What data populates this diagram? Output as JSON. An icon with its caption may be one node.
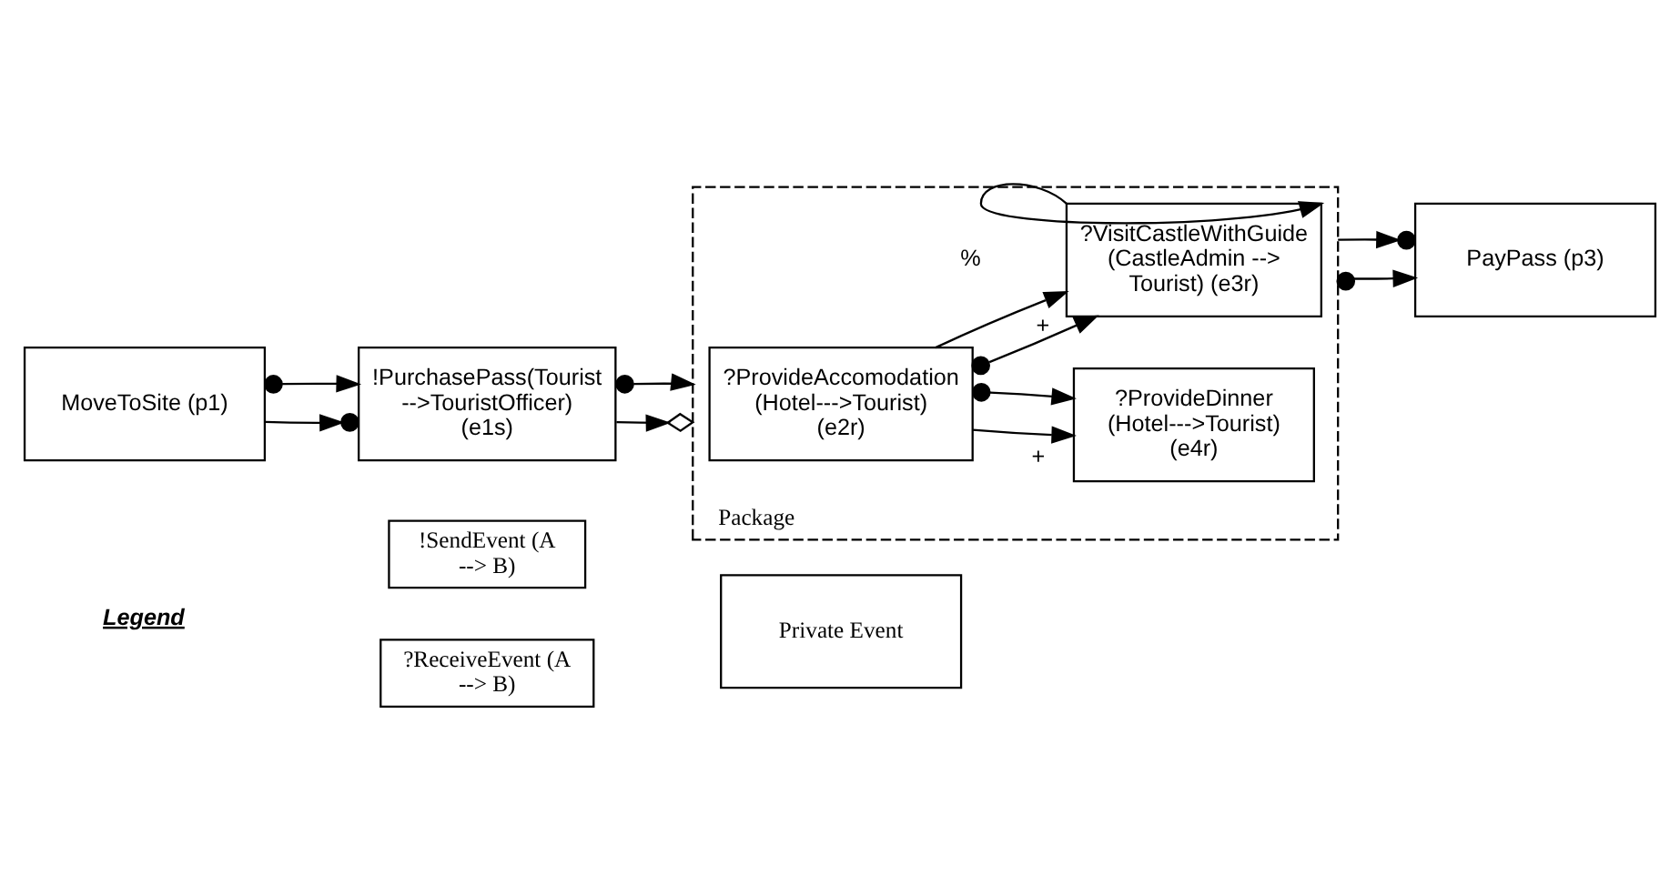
{
  "diagram": {
    "nodes": [
      {
        "text": [
          "MoveToSite (p1)"
        ]
      },
      {
        "text": [
          "!PurchasePass(Tourist -->TouristOfficer) (e1s)"
        ]
      },
      {
        "text": [
          "Package"
        ]
      },
      {
        "text": [
          "?ProvideAccomodation (Hotel--->Tourist) (e2r)"
        ],
        "in": 2
      },
      {
        "text": [
          "?ProvideDinner (Hotel--->Tourist) (e4r)"
        ],
        "in": 2
      },
      {
        "text": [
          "?VisitCastleWithGuide (CastleAdmin --> Tourist) (e3r)"
        ],
        "in": 2
      },
      {
        "text": [
          "PayPass (p3)"
        ]
      },
      {
        "text": [
          "!SendEvent (A --> B)"
        ]
      },
      {
        "text": [
          "?ReceiveEvent (A --> B)"
        ]
      },
      {
        "text": [
          "Private Event"
        ]
      }
    ],
    "edges": [
      {
        "from": 0,
        "to": 1,
        "arrow": "to"
      },
      {
        "from": 0,
        "to": 1,
        "arrow": "to"
      },
      {
        "from": 1,
        "to": 2,
        "arrow": "to"
      },
      {
        "from": 1,
        "to": 2,
        "arrow": "to"
      },
      {
        "from": 3,
        "to": 4,
        "arrow": "to",
        "label": "+"
      },
      {
        "from": 3,
        "to": 4,
        "arrow": "to"
      },
      {
        "from": 3,
        "to": 5,
        "arrow": "to"
      },
      {
        "from": 3,
        "to": 5,
        "arrow": "to",
        "label": "+"
      },
      {
        "from": 5,
        "to": 5,
        "arrow": "to",
        "label": "%"
      },
      {
        "from": 2,
        "to": 6,
        "arrow": "to"
      },
      {
        "from": 2,
        "to": 6,
        "arrow": "to"
      }
    ],
    "labels": [
      "Legend"
    ]
  }
}
